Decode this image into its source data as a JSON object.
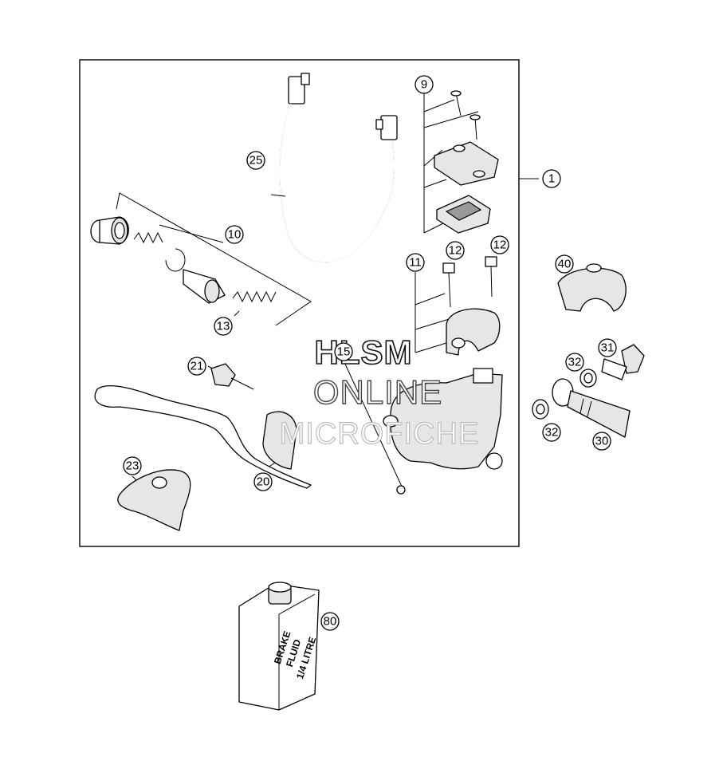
{
  "callouts": [
    {
      "label": "1"
    },
    {
      "label": "9"
    },
    {
      "label": "25"
    },
    {
      "label": "10"
    },
    {
      "label": "12"
    },
    {
      "label": "12"
    },
    {
      "label": "11"
    },
    {
      "label": "40"
    },
    {
      "label": "15"
    },
    {
      "label": "13"
    },
    {
      "label": "21"
    },
    {
      "label": "31"
    },
    {
      "label": "32"
    },
    {
      "label": "32"
    },
    {
      "label": "30"
    },
    {
      "label": "23"
    },
    {
      "label": "20"
    },
    {
      "label": "80"
    }
  ],
  "watermark": {
    "line1": "HLSM",
    "line2": "ONLINE",
    "line3": "MICROFICHE"
  },
  "bottle_label": {
    "line1": "BRAKE",
    "line2": "FLUID",
    "line3": "1/4 LITRE"
  }
}
